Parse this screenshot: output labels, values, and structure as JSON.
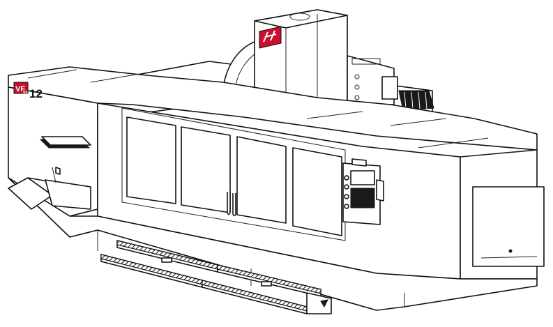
{
  "machine": {
    "model_badge": "VF",
    "model_badge_sub": "SS",
    "model_number": "12"
  },
  "colors": {
    "brand_red": "#c8102e",
    "line": "#111111",
    "background": "#ffffff"
  },
  "icons": {
    "brand_logo": "haas-logo-icon",
    "control_pendant": "control-pendant-icon"
  }
}
